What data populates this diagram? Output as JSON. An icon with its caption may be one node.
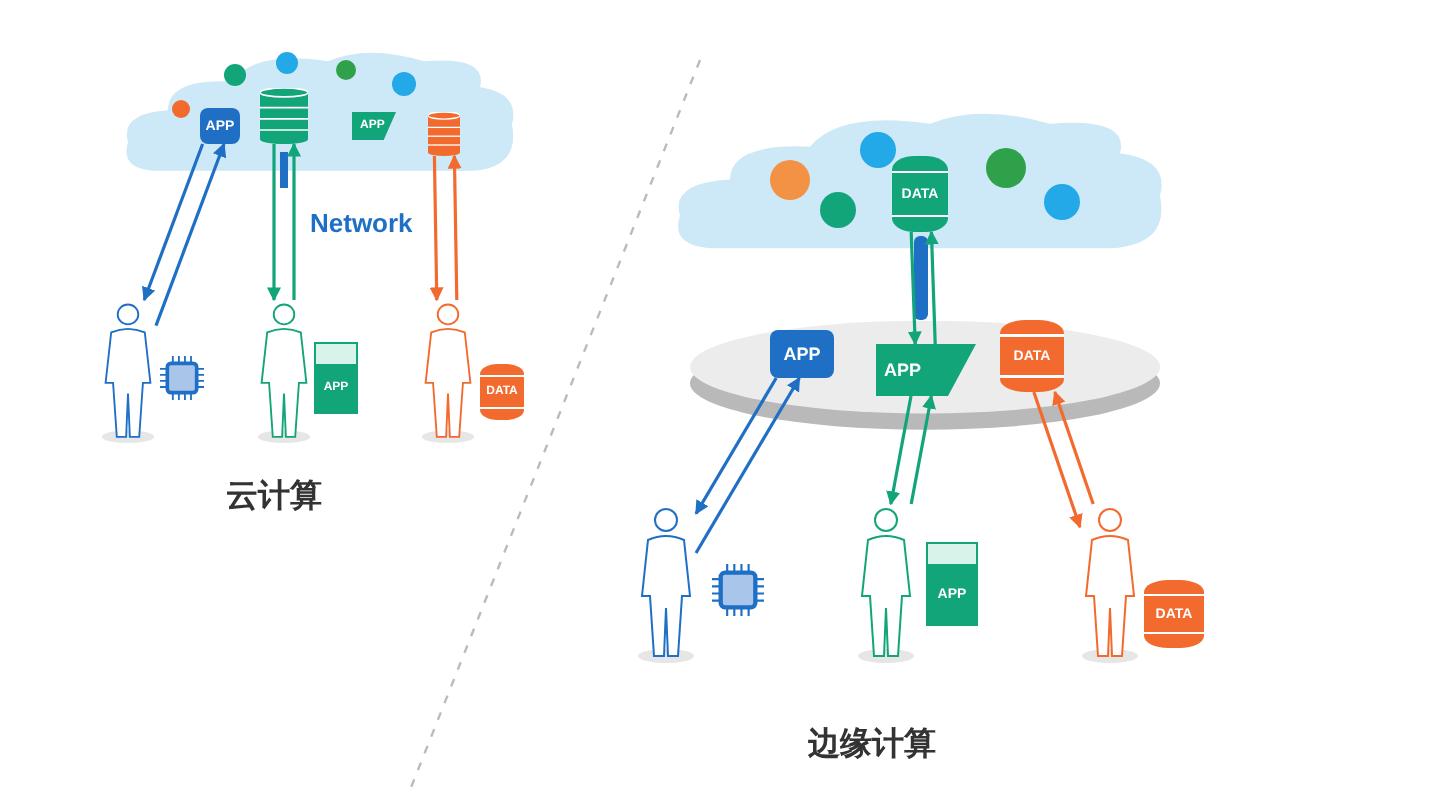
{
  "diagram": {
    "nodes": [
      {
        "text": [],
        "shape": "cloud"
      },
      {
        "text": [
          "APP"
        ],
        "in": 0
      },
      {
        "text": [],
        "shape": "cylinder",
        "in": 0
      },
      {
        "text": [
          "APP"
        ],
        "in": 0
      },
      {
        "text": [],
        "shape": "cylinder",
        "in": 0
      },
      {
        "text": [],
        "shape": "person"
      },
      {
        "text": [],
        "shape": "person"
      },
      {
        "text": [],
        "shape": "person"
      },
      {
        "text": [
          "APP"
        ]
      },
      {
        "text": [
          "DATA"
        ]
      },
      {
        "text": [],
        "shape": "cloud"
      },
      {
        "text": [
          "DATA"
        ],
        "in": 10
      },
      {
        "text": [],
        "shape": "disc"
      },
      {
        "text": [
          "APP"
        ],
        "in": 12
      },
      {
        "text": [
          "APP"
        ],
        "in": 12
      },
      {
        "text": [
          "DATA"
        ],
        "in": 12
      },
      {
        "text": [],
        "shape": "person"
      },
      {
        "text": [],
        "shape": "person"
      },
      {
        "text": [],
        "shape": "person"
      },
      {
        "text": [
          "APP"
        ]
      },
      {
        "text": [
          "DATA"
        ]
      }
    ],
    "edges": [
      {
        "from": 1,
        "to": 5,
        "arrow": "to",
        "color": "#1f6fc5"
      },
      {
        "from": 5,
        "to": 1,
        "arrow": "to",
        "color": "#1f6fc5"
      },
      {
        "from": 2,
        "to": 6,
        "arrow": "to",
        "color": "#12a57a"
      },
      {
        "from": 6,
        "to": 2,
        "arrow": "to",
        "color": "#12a57a"
      },
      {
        "from": 4,
        "to": 7,
        "arrow": "to",
        "color": "#f26a2e"
      },
      {
        "from": 7,
        "to": 4,
        "arrow": "to",
        "color": "#f26a2e"
      },
      {
        "from": 11,
        "to": 14,
        "arrow": "to",
        "color": "#12a57a"
      },
      {
        "from": 14,
        "to": 11,
        "arrow": "to",
        "color": "#12a57a"
      },
      {
        "from": 13,
        "to": 16,
        "arrow": "to",
        "color": "#1f6fc5"
      },
      {
        "from": 16,
        "to": 13,
        "arrow": "to",
        "color": "#1f6fc5"
      },
      {
        "from": 14,
        "to": 17,
        "arrow": "to",
        "color": "#12a57a"
      },
      {
        "from": 17,
        "to": 14,
        "arrow": "to",
        "color": "#12a57a"
      },
      {
        "from": 15,
        "to": 18,
        "arrow": "to",
        "color": "#f26a2e"
      },
      {
        "from": 18,
        "to": 15,
        "arrow": "to",
        "color": "#f26a2e"
      }
    ],
    "labels": [
      "Network",
      "云计算",
      "边缘计算"
    ]
  }
}
